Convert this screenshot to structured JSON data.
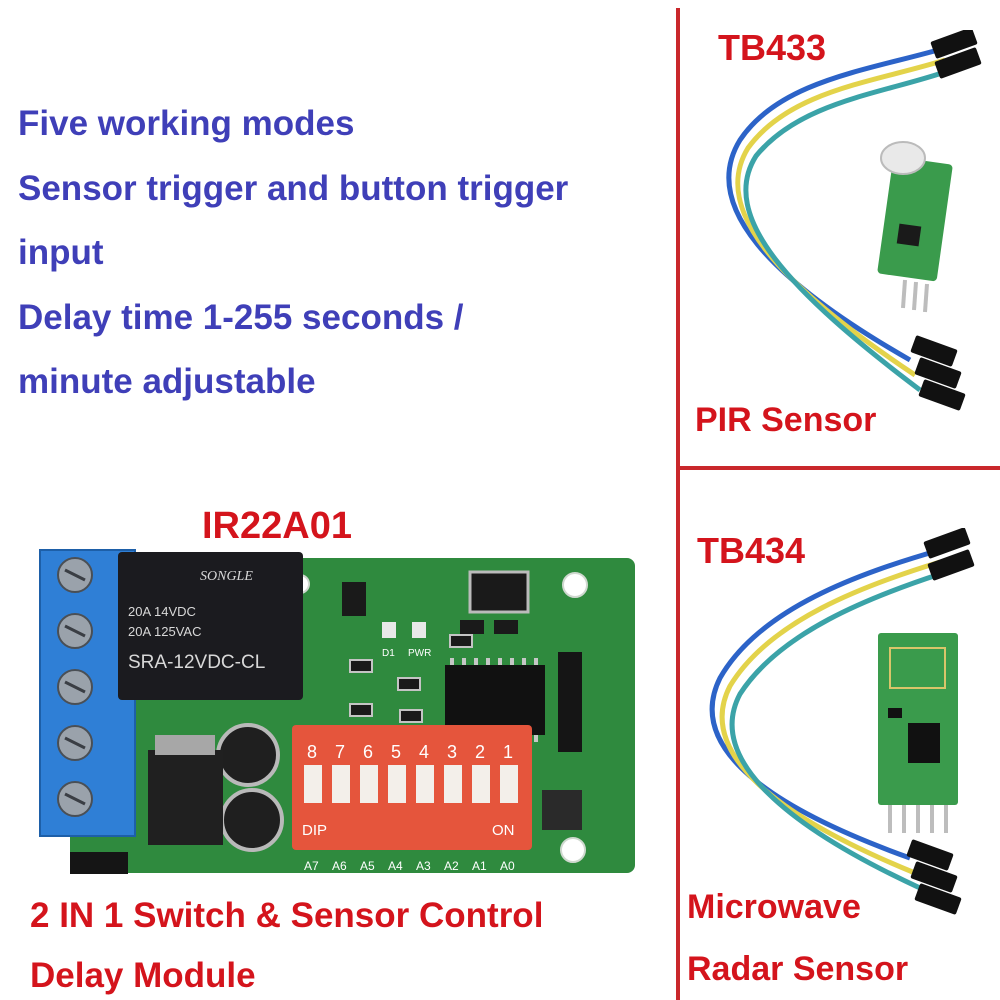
{
  "features": [
    "Five working modes",
    "Sensor trigger and button trigger",
    "input",
    "Delay time 1-255 seconds /",
    "minute adjustable"
  ],
  "main_module": {
    "model": "IR22A01",
    "caption_line1": "2 IN 1 Switch & Sensor Control",
    "caption_line2": "Delay Module",
    "relay": {
      "brand": "SONGLE",
      "rating1": "20A 14VDC",
      "rating2": "20A 125VAC",
      "part": "SRA-12VDC-CL"
    },
    "dip_switch": {
      "numbers": [
        "8",
        "7",
        "6",
        "5",
        "4",
        "3",
        "2",
        "1"
      ],
      "dip_label": "DIP",
      "on_label": "ON",
      "address_labels": [
        "A7",
        "A6",
        "A5",
        "A4",
        "A3",
        "A2",
        "A1",
        "A0"
      ]
    },
    "led_labels": [
      "D1",
      "PWR"
    ]
  },
  "pir_sensor": {
    "model": "TB433",
    "label": "PIR Sensor"
  },
  "radar_sensor": {
    "model": "TB434",
    "label_line1": "Microwave",
    "label_line2": "Radar Sensor"
  },
  "colors": {
    "feature_text": "#3f3fb8",
    "label_red": "#d4141c",
    "divider": "#c9272b",
    "pcb_green": "#2f8a3e",
    "terminal_blue": "#2f7fd6",
    "dip_red": "#e5553c"
  }
}
